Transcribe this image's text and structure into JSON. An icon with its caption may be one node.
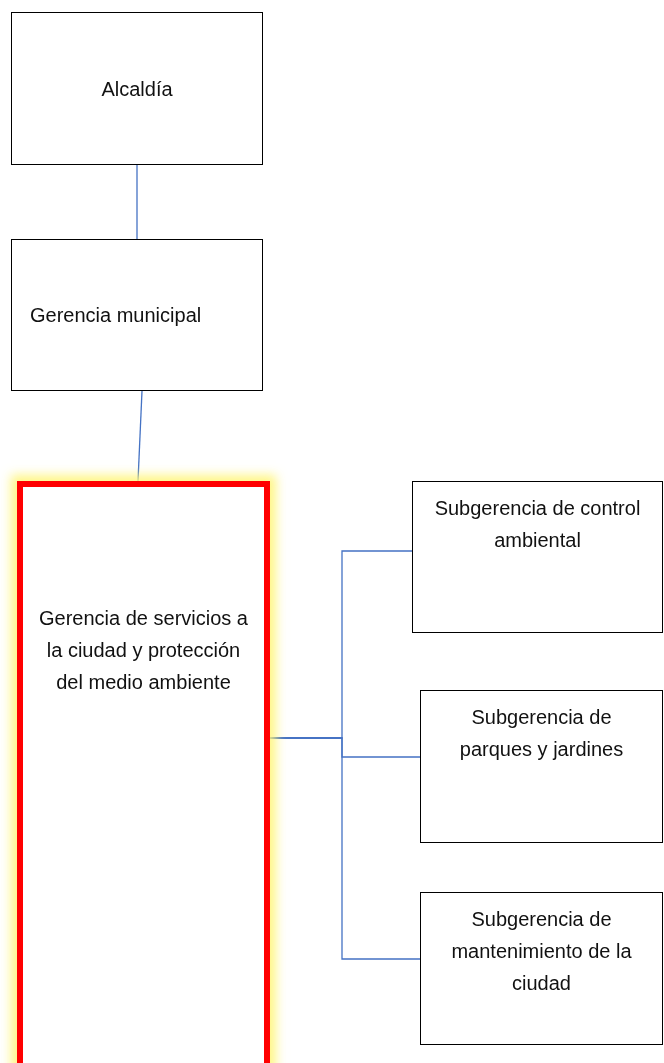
{
  "diagram": {
    "nodes": [
      {
        "text": [
          "Alcaldía"
        ]
      },
      {
        "text": [
          "Gerencia municipal"
        ]
      },
      {
        "text": [
          "Gerencia de servicios a la ciudad y protección del medio ambiente"
        ]
      },
      {
        "text": [
          "Subgerencia de control ambiental"
        ]
      },
      {
        "text": [
          "Subgerencia de parques y jardines"
        ]
      },
      {
        "text": [
          "Subgerencia de mantenimiento de la ciudad"
        ]
      }
    ],
    "edges": [
      {
        "from": 0,
        "to": 1,
        "arrow": "none"
      },
      {
        "from": 1,
        "to": 2,
        "arrow": "none"
      },
      {
        "from": 2,
        "to": 3,
        "arrow": "none"
      },
      {
        "from": 2,
        "to": 4,
        "arrow": "none"
      },
      {
        "from": 2,
        "to": 5,
        "arrow": "none"
      }
    ]
  }
}
